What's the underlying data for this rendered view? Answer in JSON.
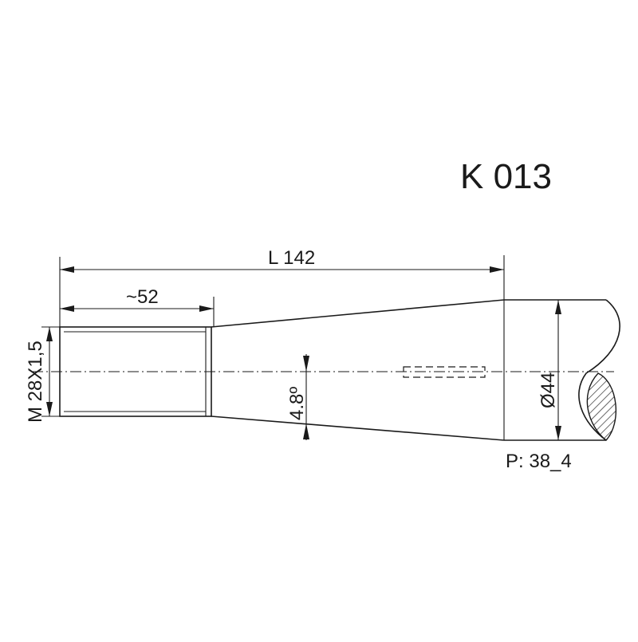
{
  "drawing": {
    "part_code": "K 013",
    "dim_total_length": "L 142",
    "dim_thread_length": "~52",
    "dim_thread": "M 28X1,5",
    "dim_taper": "4.8º",
    "dim_diameter": "Ø44",
    "part_ref": "P: 38_4"
  }
}
